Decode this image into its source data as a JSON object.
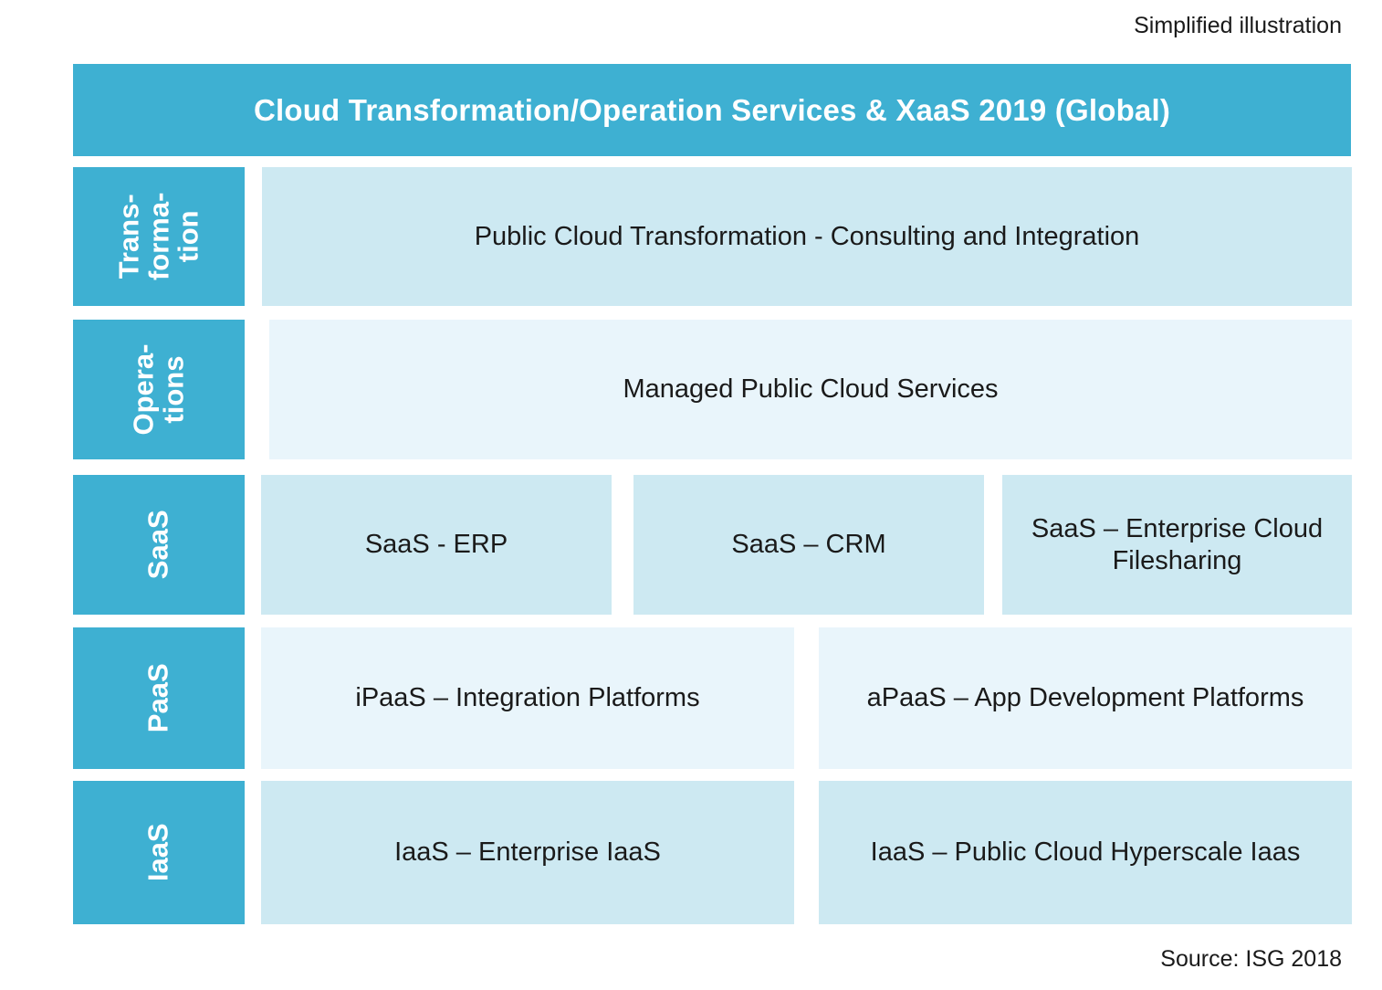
{
  "page": {
    "top_note": "Simplified illustration",
    "source_note": "Source: ISG 2018"
  },
  "header": {
    "title": "Cloud Transformation/Operation Services & XaaS 2019 (Global)"
  },
  "colors": {
    "teal": "#3eb0d2",
    "light_blue": "#cde9f2",
    "pale_blue": "#e9f5fb",
    "title_text": "#ffffff",
    "body_text": "#1a1a1a"
  },
  "rows": [
    {
      "id": "transformation",
      "label": "Trans-forma-tion",
      "label_lines": [
        "Trans-",
        "forma-",
        "tion"
      ],
      "boxes": [
        {
          "text": "Public Cloud Transformation - Consulting and Integration",
          "tone": "light"
        }
      ]
    },
    {
      "id": "operations",
      "label": "Opera-tions",
      "label_lines": [
        "Opera-",
        "tions"
      ],
      "boxes": [
        {
          "text": "Managed Public Cloud Services",
          "tone": "pale"
        }
      ]
    },
    {
      "id": "saas",
      "label": "SaaS",
      "label_lines": [
        "SaaS"
      ],
      "boxes": [
        {
          "text": "SaaS - ERP",
          "tone": "light"
        },
        {
          "text": "SaaS – CRM",
          "tone": "light"
        },
        {
          "text": "SaaS – Enterprise Cloud Filesharing",
          "tone": "light"
        }
      ]
    },
    {
      "id": "paas",
      "label": "PaaS",
      "label_lines": [
        "PaaS"
      ],
      "boxes": [
        {
          "text": "iPaaS – Integration Platforms",
          "tone": "pale"
        },
        {
          "text": "aPaaS – App Development Platforms",
          "tone": "pale"
        }
      ]
    },
    {
      "id": "iaas",
      "label": "IaaS",
      "label_lines": [
        "IaaS"
      ],
      "boxes": [
        {
          "text": "IaaS – Enterprise IaaS",
          "tone": "light"
        },
        {
          "text": "IaaS – Public Cloud Hyperscale Iaas",
          "tone": "light"
        }
      ]
    }
  ]
}
